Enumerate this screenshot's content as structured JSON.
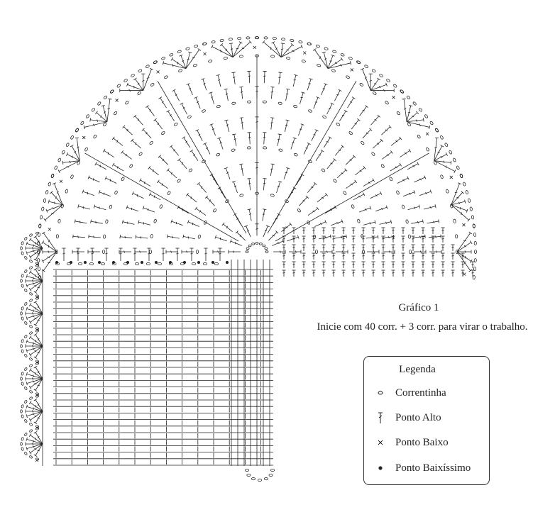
{
  "chart": {
    "title": "Gráfico 1",
    "instruction": "Inicie com 40 corr. + 3 corr. para virar o trabalho."
  },
  "legend": {
    "title": "Legenda",
    "items": [
      {
        "symbol": "chain-stitch-icon",
        "label": "Correntinha"
      },
      {
        "symbol": "double-crochet-icon",
        "label": "Ponto Alto"
      },
      {
        "symbol": "single-crochet-icon",
        "label": "Ponto Baixo"
      },
      {
        "symbol": "slip-stitch-icon",
        "label": "Ponto Baixíssimo"
      }
    ]
  },
  "colors": {
    "ink": "#222222",
    "paper": "#ffffff"
  }
}
